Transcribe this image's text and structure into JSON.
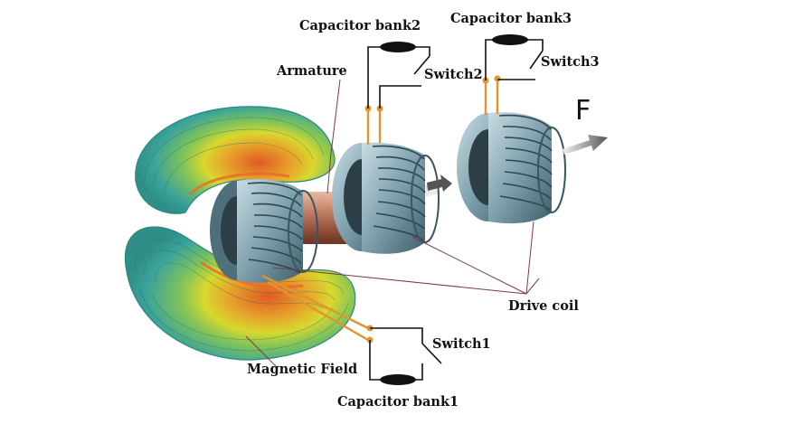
{
  "labels": {
    "capacitor_bank1": "Capacitor bank1",
    "capacitor_bank2": "Capacitor bank2",
    "capacitor_bank3": "Capacitor bank3",
    "switch1": "Switch1",
    "switch2": "Switch2",
    "switch3": "Switch3",
    "armature": "Armature",
    "drive_coil": "Drive coil",
    "magnetic_field": "Magnetic Field",
    "force": "F"
  },
  "colors": {
    "field_outer": "#3aa39a",
    "field_mid": "#c4cf2a",
    "field_hot": "#d9722a",
    "coil_steel": "#6e8f9c",
    "armature_copper": "#b86e52",
    "lead_wire": "#e0952e",
    "circuit_wire": "#111111",
    "leader_line": "#7a3b3b",
    "arrow_gray": "#6a6a6a"
  }
}
